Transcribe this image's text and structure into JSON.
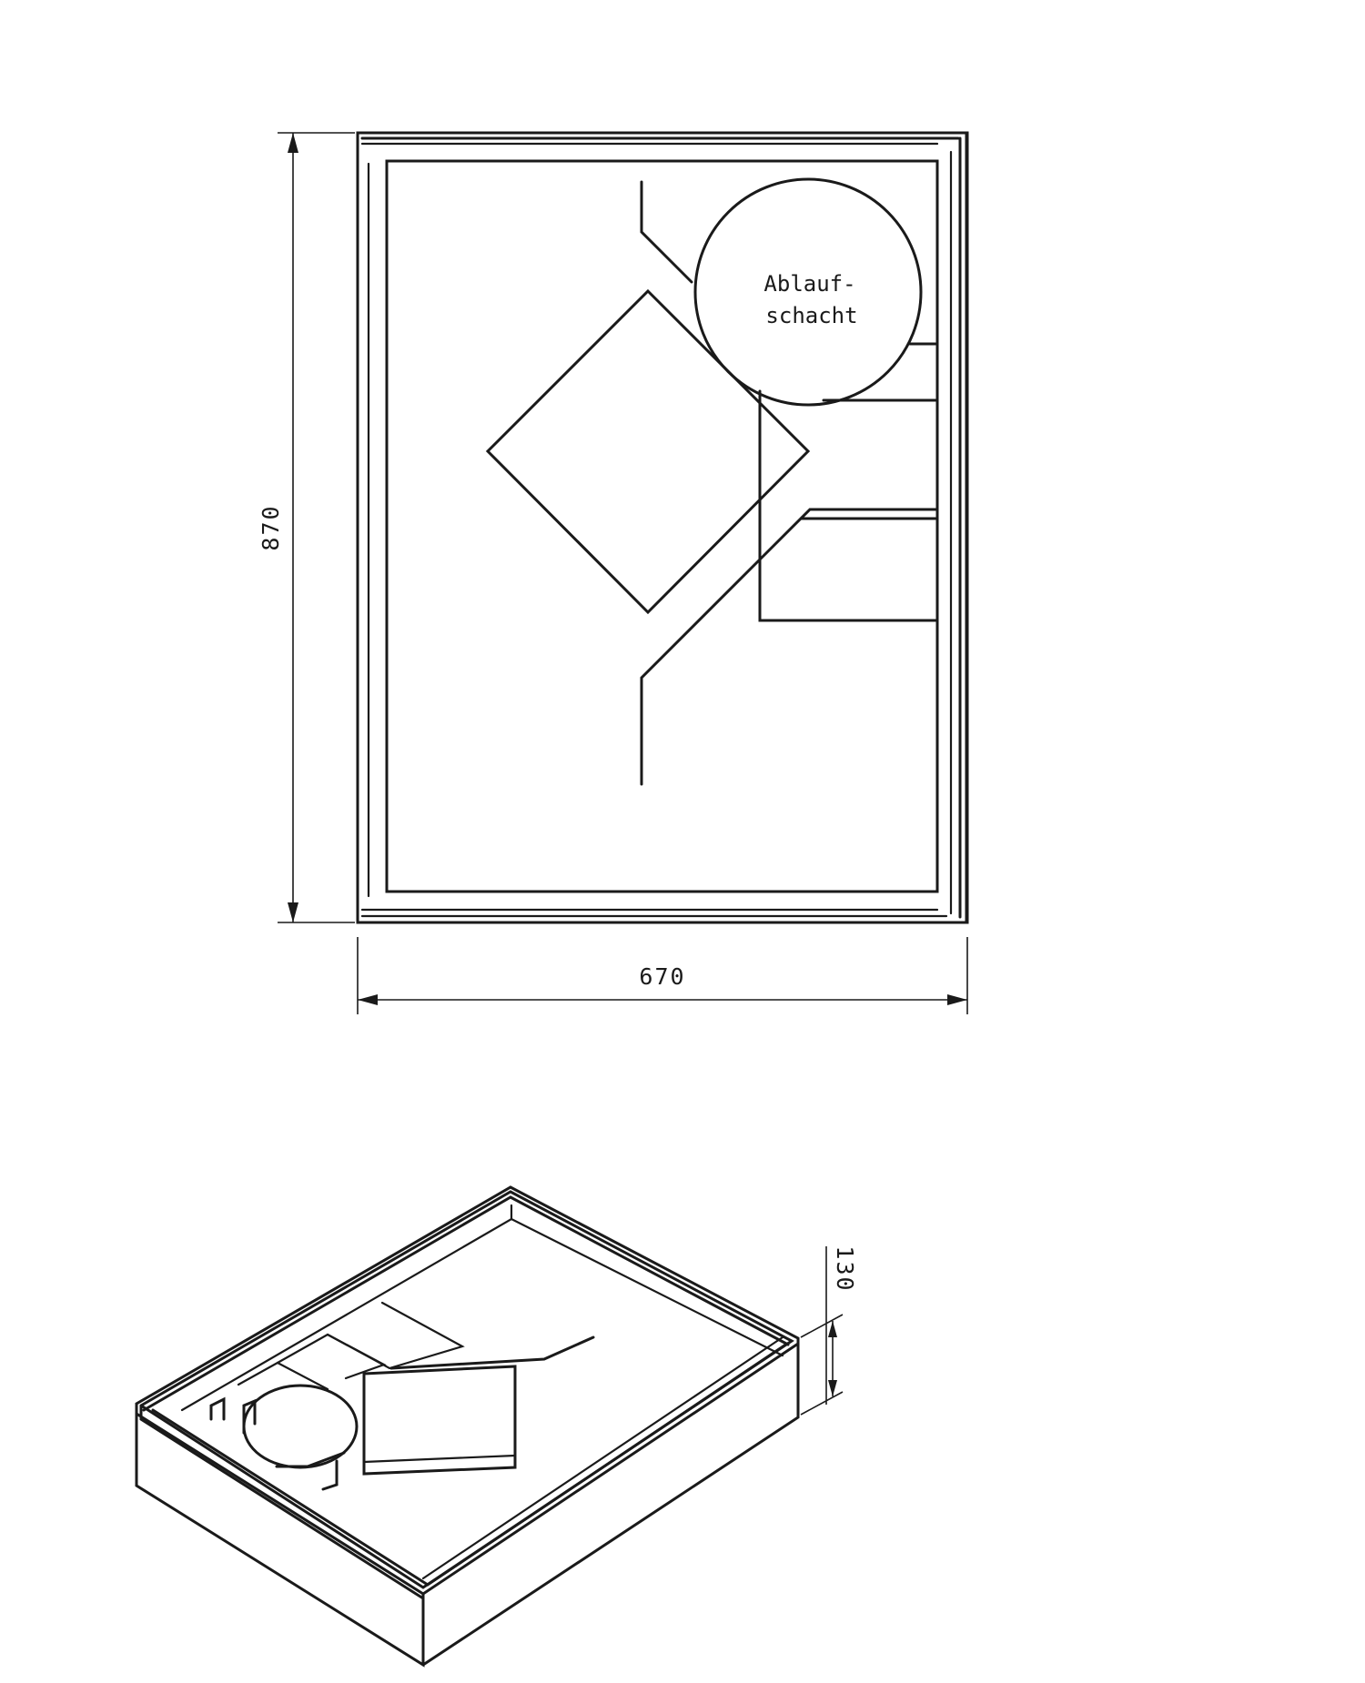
{
  "top_view": {
    "callout_line1": "Ablauf-",
    "callout_line2": "schacht"
  },
  "dimensions": {
    "height": "870",
    "width": "670",
    "depth": "130"
  },
  "colors": {
    "line": "#1a1a1a",
    "background": "#ffffff"
  }
}
